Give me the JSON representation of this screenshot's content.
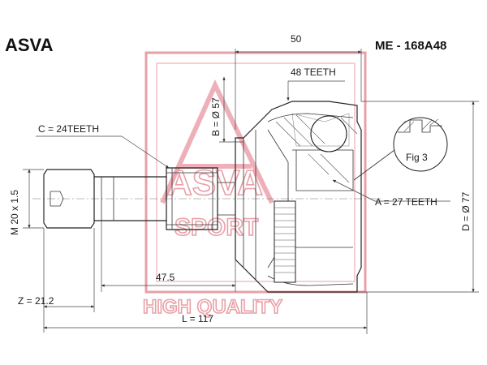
{
  "brand": "ASVA",
  "part_number": "ME - 168A48",
  "watermark": {
    "brand_text": "ASVA",
    "sub_text": "SPORT",
    "tagline": "HIGH QUALITY",
    "color": "#e8a0a8"
  },
  "dimensions": {
    "top_length": "50",
    "outer_teeth": "48 TEETH",
    "bore_diameter": "B = Ø 57",
    "spline_c": "C = 24TEETH",
    "thread": "M 20 x 1.5",
    "spline_a": "A = 27 TEETH",
    "outer_diameter": "D = Ø 77",
    "shaft_length": "47.5",
    "z_value": "Z = 21.2",
    "total_length": "L = 117"
  },
  "figure_label": "Fig 3"
}
